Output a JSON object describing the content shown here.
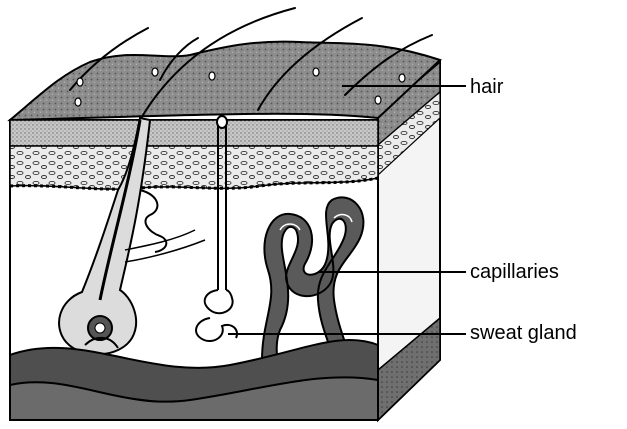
{
  "labels": {
    "hair": "hair",
    "capillaries": "capillaries",
    "sweat_gland": "sweat gland"
  },
  "colors": {
    "epidermis": "#8a8a8a",
    "dermis_band": "#d9d9d9",
    "vessel": "#5a5a5a",
    "outline": "#000000"
  }
}
